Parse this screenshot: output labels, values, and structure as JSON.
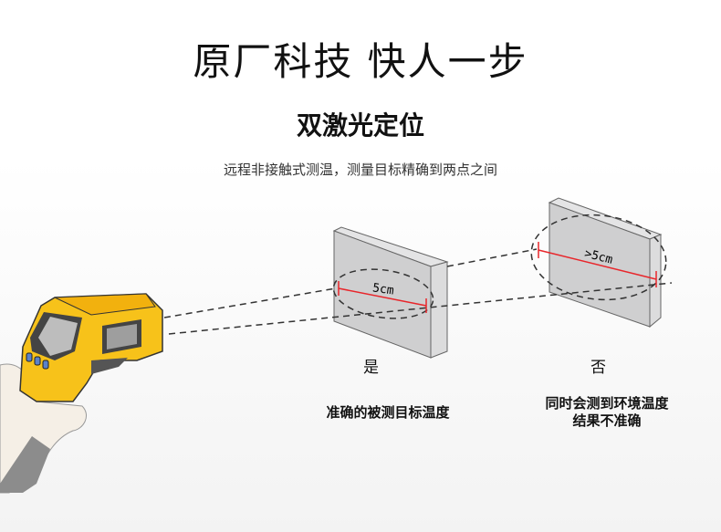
{
  "slogan": "原厂科技 快人一步",
  "heading": "双激光定位",
  "subtitle": "远程非接触式测温，测量目标精确到两点之间",
  "targets": [
    {
      "distance": "5cm",
      "verdict": "是",
      "caption_line1": "准确的被测目标温度",
      "caption_line2": ""
    },
    {
      "distance": ">5cm",
      "verdict": "否",
      "caption_line1": "同时会测到环境温度",
      "caption_line2": "结果不准确"
    }
  ],
  "colors": {
    "gun_yellow": "#f7c21a",
    "laser_red": "#e8262b",
    "box_gray": "#cfcfd0"
  }
}
